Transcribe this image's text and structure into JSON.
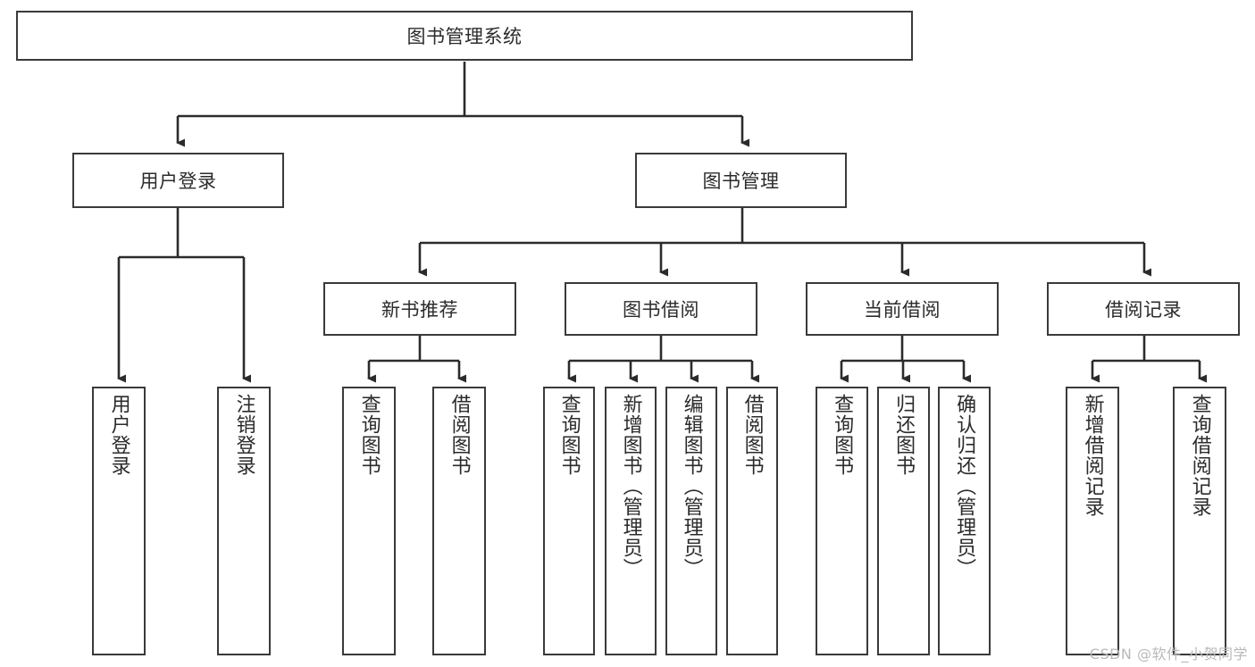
{
  "diagram": {
    "title": "图书管理系统",
    "type": "hierarchy-tree",
    "root": {
      "label": "图书管理系统"
    },
    "level2": [
      {
        "label": "用户登录"
      },
      {
        "label": "图书管理"
      }
    ],
    "level3": [
      {
        "label": "新书推荐"
      },
      {
        "label": "图书借阅"
      },
      {
        "label": "当前借阅"
      },
      {
        "label": "借阅记录"
      }
    ],
    "leaves": {
      "user_login": [
        "用户登录",
        "注销登录"
      ],
      "new_book": [
        "查询图书",
        "借阅图书"
      ],
      "book_borrow": [
        "查询图书",
        "新增图书（管理员）",
        "编辑图书（管理员）",
        "借阅图书"
      ],
      "current_borrow": [
        "查询图书",
        "归还图书",
        "确认归还（管理员）"
      ],
      "borrow_record": [
        "新增借阅记录",
        "查询借阅记录"
      ]
    },
    "colors": {
      "stroke": "#3a3a3a",
      "text": "#2b2b2b",
      "background": "#ffffff",
      "watermark": "#b9b9b9"
    }
  },
  "watermark": {
    "text": "CSDN @软件_小贺同学"
  }
}
